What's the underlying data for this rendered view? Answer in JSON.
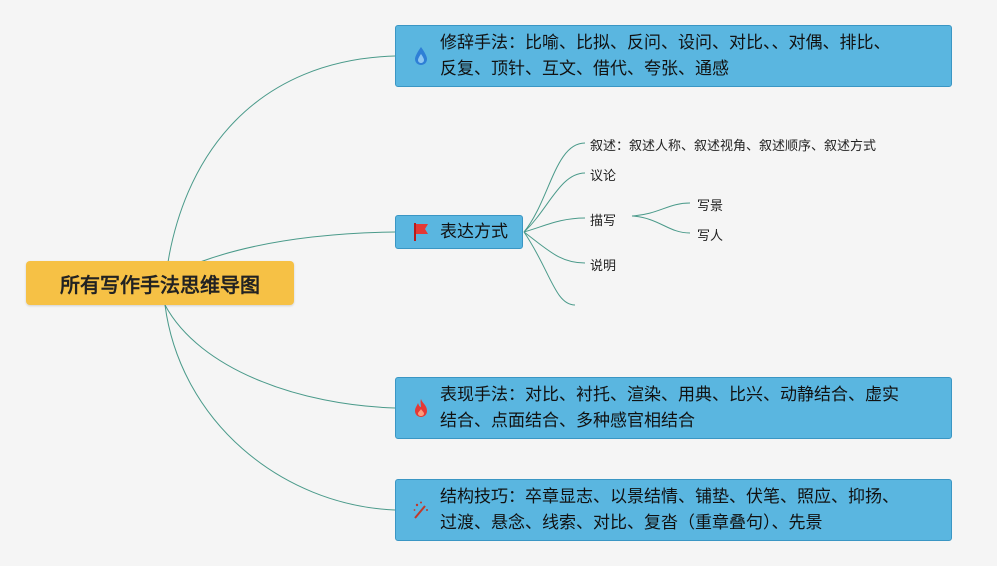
{
  "root": {
    "label": "所有写作手法思维导图"
  },
  "topics": [
    {
      "label": "修辞手法：比喻、比拟、反问、设问、对比、、对偶、排比、\n反复、顶针、互文、借代、夸张、通感",
      "icon": "water-drop-icon",
      "icon_color": "#2e7fd6"
    },
    {
      "label": "表达方式",
      "icon": "flag-icon",
      "icon_color": "#e53935"
    },
    {
      "label": "表现手法：对比、衬托、渲染、用典、比兴、动静结合、虚实\n结合、点面结合、多种感官相结合",
      "icon": "fire-icon",
      "icon_color": "#e53935"
    },
    {
      "label": "结构技巧：卒章显志、以景结情、铺垫、伏笔、照应、抑扬、\n过渡、悬念、线索、对比、复沓（重章叠句）、先景",
      "icon": "magic-wand-icon",
      "icon_color": "#c0392b"
    }
  ],
  "expression_children": [
    {
      "label": "叙述：叙述人称、叙述视角、叙述顺序、叙述方式"
    },
    {
      "label": "议论"
    },
    {
      "label": "描写"
    },
    {
      "label": "说明"
    },
    {
      "label": ""
    }
  ],
  "description_children": [
    {
      "label": "写景"
    },
    {
      "label": "写人"
    }
  ],
  "colors": {
    "line": "#4a9a8a",
    "root": "#f6c145",
    "topic": "#5ab6e0"
  }
}
